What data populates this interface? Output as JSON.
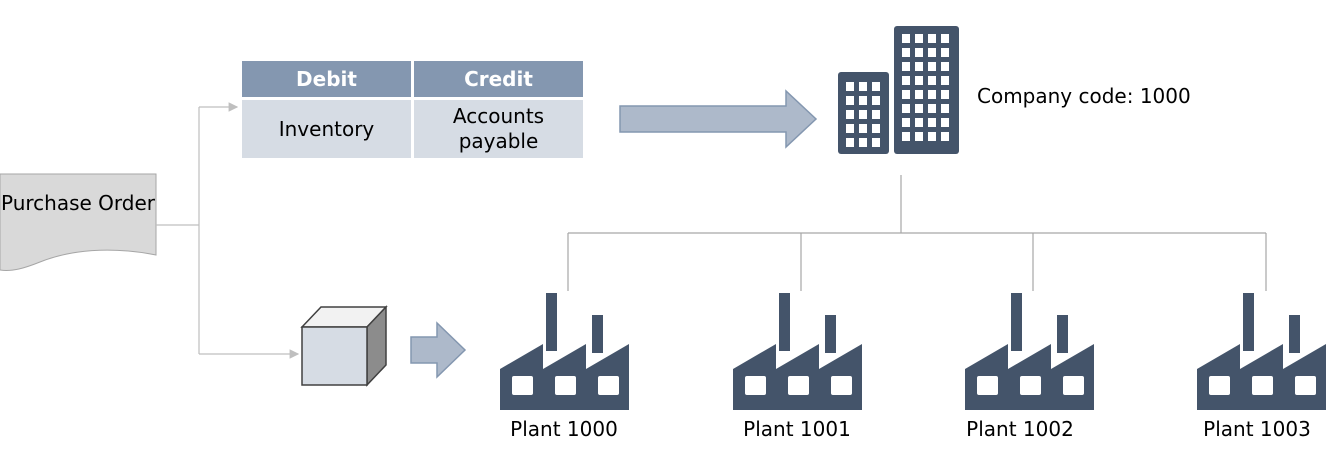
{
  "purchase_order": {
    "label": "Purchase Order"
  },
  "journal_entry": {
    "headers": [
      "Debit",
      "Credit"
    ],
    "row": [
      "Inventory",
      "Accounts payable"
    ]
  },
  "company": {
    "label": "Company code: 1000",
    "icon": "office-buildings-icon"
  },
  "plants": [
    {
      "label": "Plant 1000",
      "icon": "factory-icon"
    },
    {
      "label": "Plant 1001",
      "icon": "factory-icon"
    },
    {
      "label": "Plant 1002",
      "icon": "factory-icon"
    },
    {
      "label": "Plant 1003",
      "icon": "factory-icon"
    }
  ],
  "material": {
    "icon": "cube-icon"
  },
  "colors": {
    "icon_dark": "#44546a",
    "header_blue": "#8497b0",
    "cell_light": "#d6dce4",
    "arrow_fill": "#adb9ca",
    "connector": "#a6a6a6"
  }
}
